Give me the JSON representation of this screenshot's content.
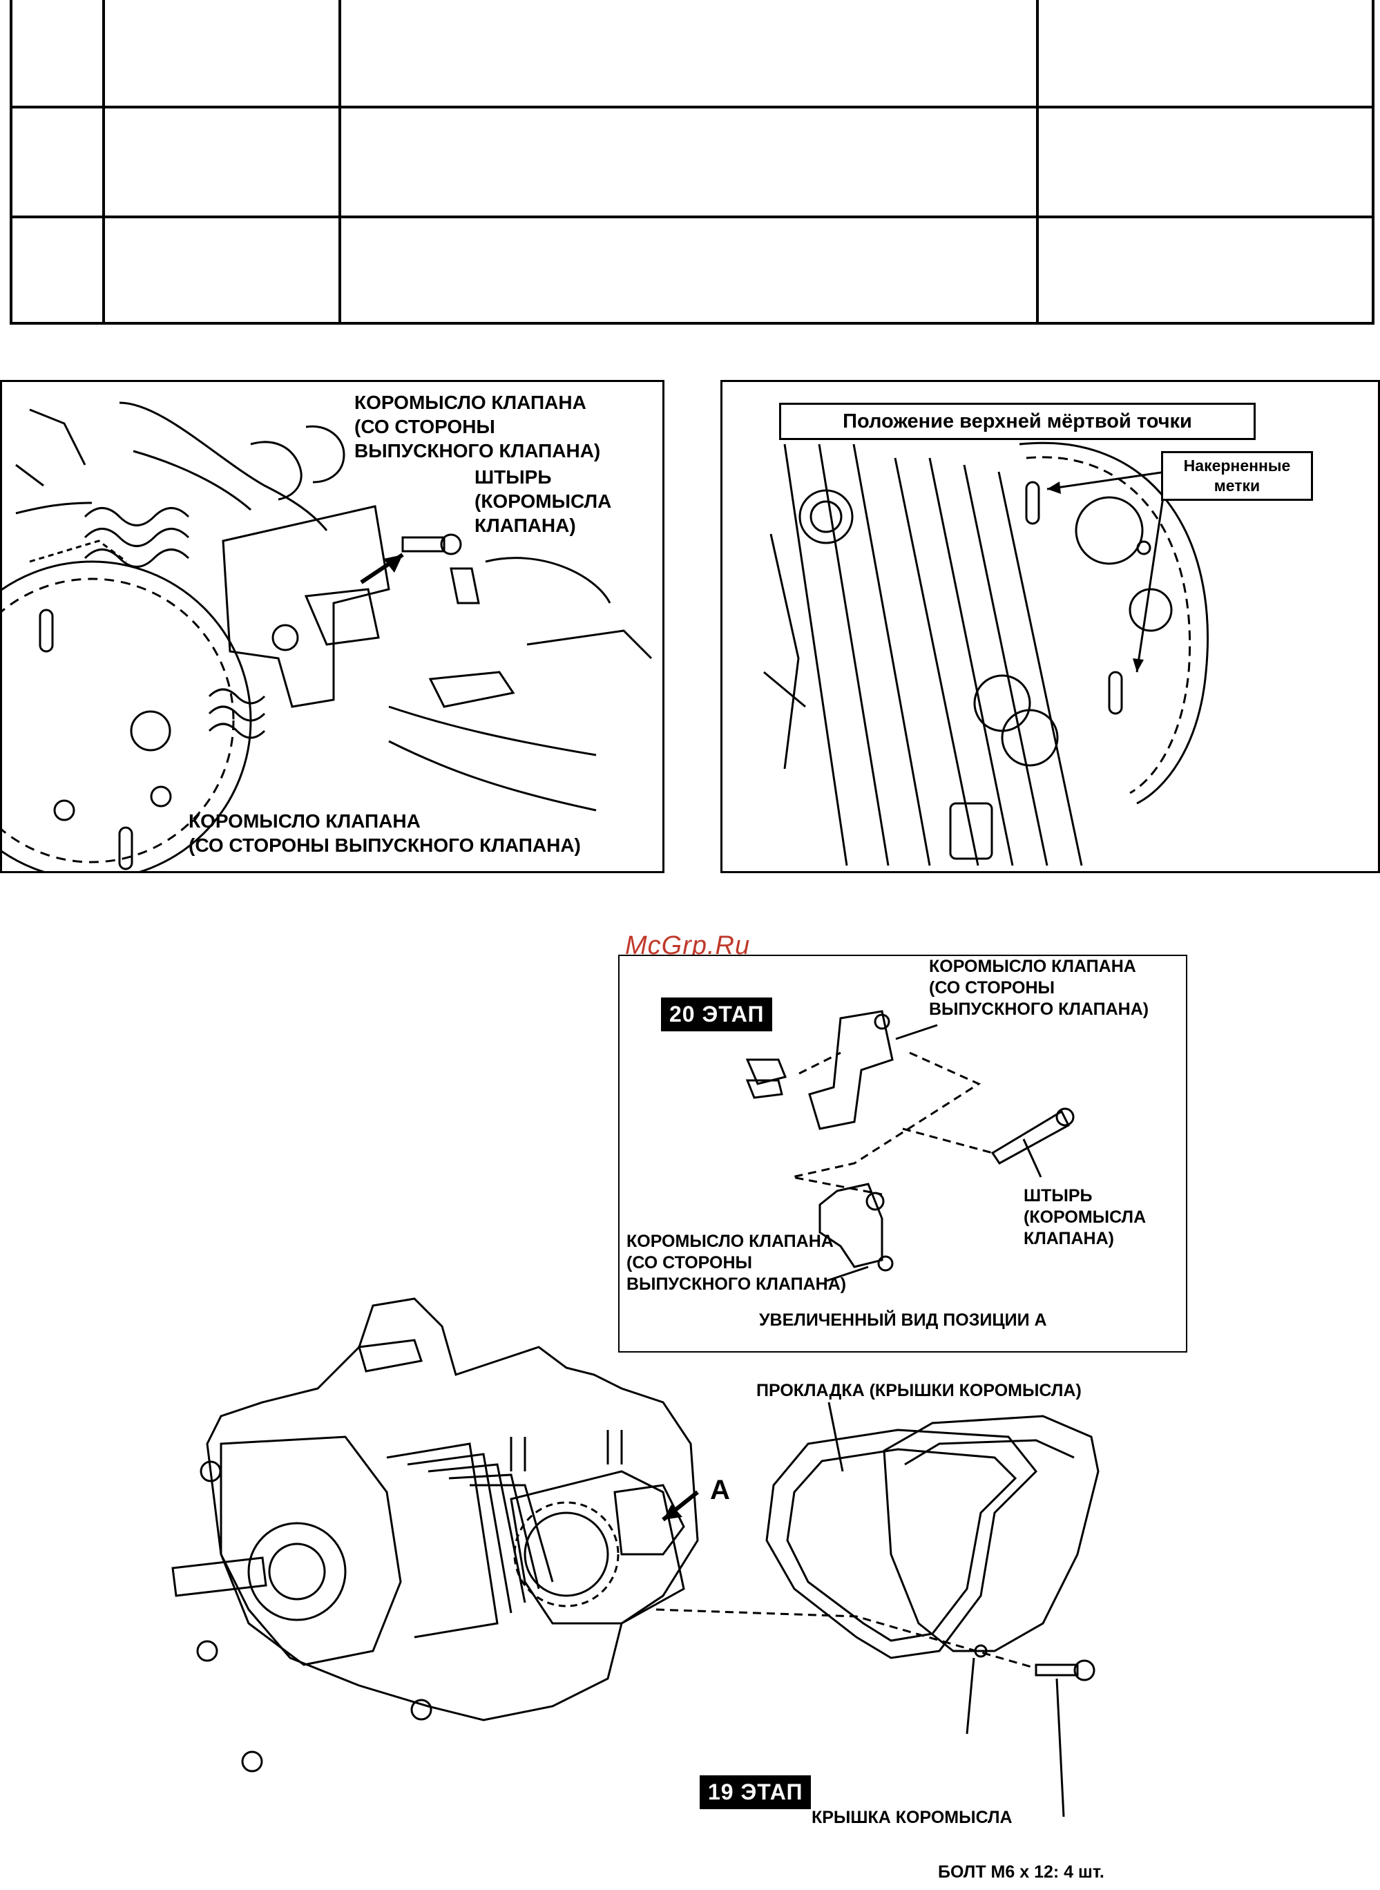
{
  "figure_top_left": {
    "label_rocker_upper": "КОРОМЫСЛО КЛАПАНА\n(СО СТОРОНЫ\nВЫПУСКНОГО КЛАПАНА)",
    "label_pin": "ШТЫРЬ\n(КОРОМЫСЛА\nКЛАПАНА)",
    "label_rocker_lower": "КОРОМЫСЛО КЛАПАНА\n(СО СТОРОНЫ ВЫПУСКНОГО КЛАПАНА)"
  },
  "figure_top_right": {
    "label_tdc": "Положение верхней мёртвой точки",
    "label_marks": "Накерненные\nметки"
  },
  "watermark": "McGrp.Ru",
  "figure_bottom": {
    "stage_20": "20 ЭТАП",
    "stage_19": "19 ЭТАП",
    "label_rocker_upper": "КОРОМЫСЛО КЛАПАНА\n(СО СТОРОНЫ\nВЫПУСКНОГО КЛАПАНА)",
    "label_pin": "ШТЫРЬ\n(КОРОМЫСЛА\nКЛАПАНА)",
    "label_rocker_lower": "КОРОМЫСЛО КЛАПАНА\n(СО СТОРОНЫ\nВЫПУСКНОГО КЛАПАНА)",
    "label_enlarged": "УВЕЛИЧЕННЫЙ ВИД ПОЗИЦИИ А",
    "label_gasket": "ПРОКЛАДКА (КРЫШКИ КОРОМЫСЛА)",
    "label_cover": "КРЫШКА КОРОМЫСЛА",
    "label_bolt": "БОЛТ М6 x 12: 4 шт.",
    "label_a": "A"
  }
}
